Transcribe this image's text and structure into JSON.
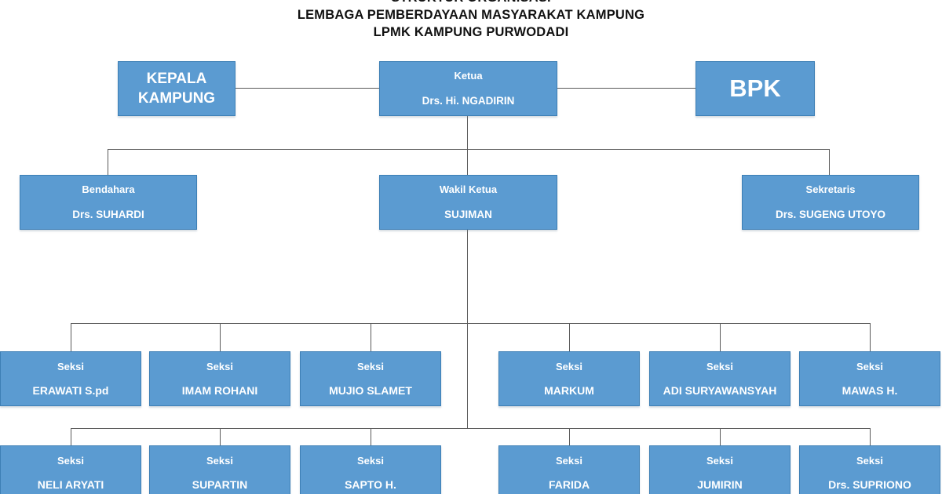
{
  "title": {
    "line1": "STRUKTUR ORGANISASI",
    "line2": "LEMBAGA PEMBERDAYAAN MASYARAKAT KAMPUNG",
    "line3": "LPMK KAMPUNG PURWODADI"
  },
  "colors": {
    "box_fill": "#5b9bd1",
    "box_border": "#3d7fb5",
    "box_text": "#ffffff",
    "connector": "#5a5a5a",
    "background": "#ffffff",
    "title_text": "#111111"
  },
  "nodes": {
    "kepala_kampung": {
      "role": "KEPALA",
      "person": "KAMPUNG"
    },
    "ketua": {
      "role": "Ketua",
      "person": "Drs. Hi. NGADIRIN"
    },
    "bpk": {
      "role": "BPK",
      "person": ""
    },
    "bendahara": {
      "role": "Bendahara",
      "person": "Drs. SUHARDI"
    },
    "wakil_ketua": {
      "role": "Wakil Ketua",
      "person": "SUJIMAN"
    },
    "sekretaris": {
      "role": "Sekretaris",
      "person": "Drs. SUGENG UTOYO"
    }
  },
  "seksi_row_1": [
    {
      "role": "Seksi",
      "person": "ERAWATI S.pd"
    },
    {
      "role": "Seksi",
      "person": "IMAM ROHANI"
    },
    {
      "role": "Seksi",
      "person": "MUJIO SLAMET"
    },
    {
      "role": "Seksi",
      "person": "MARKUM"
    },
    {
      "role": "Seksi",
      "person": "ADI SURYAWANSYAH"
    },
    {
      "role": "Seksi",
      "person": "MAWAS H."
    }
  ],
  "seksi_row_2": [
    {
      "role": "Seksi",
      "person": "NELI ARYATI"
    },
    {
      "role": "Seksi",
      "person": "SUPARTIN"
    },
    {
      "role": "Seksi",
      "person": "SAPTO H."
    },
    {
      "role": "Seksi",
      "person": "FARIDA"
    },
    {
      "role": "Seksi",
      "person": "JUMIRIN"
    },
    {
      "role": "Seksi",
      "person": "Drs. SUPRIONO"
    }
  ]
}
